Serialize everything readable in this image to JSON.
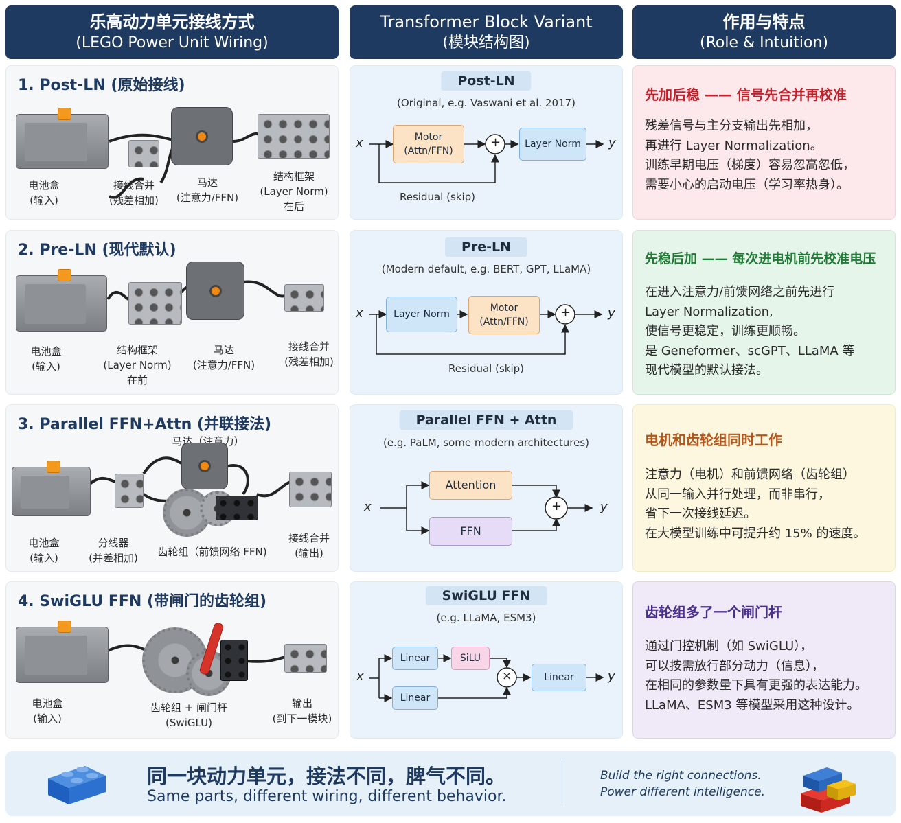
{
  "headers": {
    "col1": {
      "line1": "乐高动力单元接线方式",
      "line2": "(LEGO Power Unit Wiring)"
    },
    "col2": {
      "line1": "Transformer Block Variant",
      "line2": "(模块结构图)"
    },
    "col3": {
      "line1": "作用与特点",
      "line2": "(Role & Intuition)"
    }
  },
  "rows": [
    {
      "title": "1. Post-LN (原始接线)",
      "parts": [
        "电池盒\n(输入)",
        "接线合并\n(残差相加)",
        "马达\n(注意力/FFN)",
        "结构框架\n(Layer Norm)\n在后"
      ],
      "diagram": {
        "title": "Post-LN",
        "subtitle": "(Original, e.g. Vaswani et al. 2017)",
        "boxes": [
          "Motor\n(Attn/FFN)",
          "Layer Norm"
        ],
        "x": "x",
        "y": "y",
        "plus": "+",
        "residual": "Residual (skip)"
      },
      "role": {
        "heading": "先加后稳 —— 信号先合并再校准",
        "body": "残差信号与主分支输出先相加，\n再进行 Layer Normalization。\n训练早期电压（梯度）容易忽高忽低，\n需要小心的启动电压（学习率热身）。",
        "bg": "#fde8ec",
        "color": "#c0202a"
      }
    },
    {
      "title": "2. Pre-LN (现代默认)",
      "parts": [
        "电池盒\n(输入)",
        "结构框架\n(Layer Norm)\n在前",
        "马达\n(注意力/FFN)",
        "接线合并\n(残差相加)"
      ],
      "diagram": {
        "title": "Pre-LN",
        "subtitle": "(Modern default, e.g. BERT, GPT, LLaMA)",
        "boxes": [
          "Layer Norm",
          "Motor\n(Attn/FFN)"
        ],
        "x": "x",
        "y": "y",
        "plus": "+",
        "residual": "Residual (skip)"
      },
      "role": {
        "heading": "先稳后加 —— 每次进电机前先校准电压",
        "body": "在进入注意力/前馈网络之前先进行\nLayer Normalization,\n使信号更稳定，训练更顺畅。\n是 Geneformer、scGPT、LLaMA 等\n现代模型的默认接法。",
        "bg": "#e6f5ea",
        "color": "#1e7a34"
      }
    },
    {
      "title": "3. Parallel FFN+Attn (并联接法)",
      "parts": [
        "马达（注意力）",
        "电池盒\n(输入)",
        "分线器\n(并差相加)",
        "齿轮组（前馈网络 FFN)",
        "接线合并\n(输出)"
      ],
      "diagram": {
        "title": "Parallel FFN + Attn",
        "subtitle": "(e.g. PaLM, some modern architectures)",
        "boxes": [
          "Attention",
          "FFN"
        ],
        "x": "x",
        "y": "y",
        "plus": "+"
      },
      "role": {
        "heading": "电机和齿轮组同时工作",
        "body": "注意力（电机）和前馈网络（齿轮组）\n从同一输入并行处理，而非串行，\n省下一次接线延迟。\n在大模型训练中可提升约 15% 的速度。",
        "bg": "#fdf7df",
        "color": "#b4561a"
      }
    },
    {
      "title": "4. SwiGLU FFN (带闸门的齿轮组)",
      "parts": [
        "电池盒\n(输入)",
        "齿轮组 + 闸门杆\n(SwiGLU)",
        "输出\n(到下一模块)"
      ],
      "diagram": {
        "title": "SwiGLU FFN",
        "subtitle": "(e.g. LLaMA, ESM3)",
        "boxes": [
          "Linear",
          "SiLU",
          "Linear",
          "Linear"
        ],
        "x": "x",
        "y": "y",
        "times": "×"
      },
      "role": {
        "heading": "齿轮组多了一个闸门杆",
        "body": "通过门控机制（如 SwiGLU），\n可以按需放行部分动力（信息），\n在相同的参数量下具有更强的表达能力。\nLLaMA、ESM3 等模型采用这种设计。",
        "bg": "#efe9f8",
        "color": "#4b2f8f"
      }
    }
  ],
  "footer": {
    "main": "同一块动力单元，接法不同，脾气不同。",
    "sub": "Same parts, different wiring, different behavior.",
    "tag1": "Build the right connections.",
    "tag2": "Power different intelligence."
  }
}
